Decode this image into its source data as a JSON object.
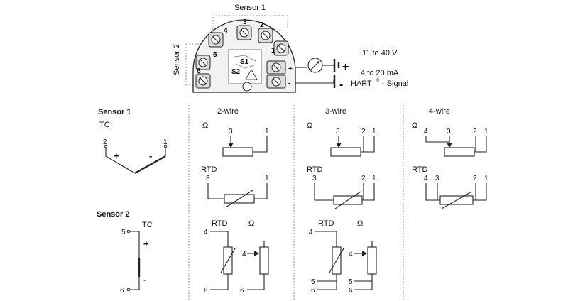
{
  "head": {
    "sensor1": "Sensor 1",
    "sensor2": "Sensor 2",
    "numbers": [
      "1",
      "2",
      "3",
      "4",
      "5",
      "6"
    ],
    "s1": "S1",
    "s2": "S2",
    "plus": "+",
    "minus": "-",
    "power": "11 to 40 V",
    "current": "4 to 20 mA",
    "hart": "HART",
    "hart_mark": "®",
    "signal": "- Signal"
  },
  "sections": {
    "sensor1_title": "Sensor 1",
    "sensor2_title": "Sensor 2",
    "tc": "TC",
    "col1": "2-wire",
    "col2": "3-wire",
    "col3": "4-wire",
    "ohm": "Ω",
    "rtd": "RTD",
    "plus": "+",
    "minus": "-"
  },
  "terminals": {
    "t1": "1",
    "t2": "2",
    "t3": "3",
    "t4": "4",
    "t5": "5",
    "t6": "6"
  }
}
